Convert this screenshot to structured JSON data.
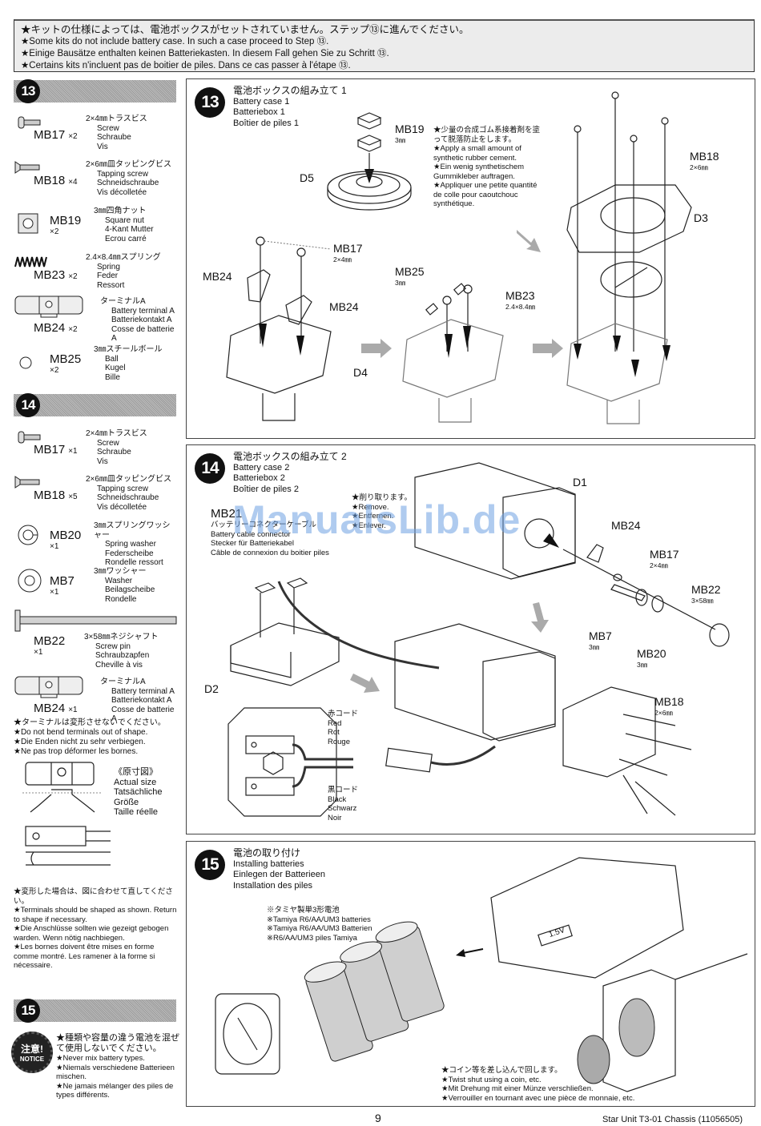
{
  "top_notice": {
    "jp": "★キットの仕様によっては、電池ボックスがセットされていません。ステップ⑬に進んでください。",
    "en": "★Some kits do not include battery case. In such a case proceed to Step ⑬.",
    "de": "★Einige Bausätze enthalten keinen Batteriekasten. In diesem Fall gehen Sie zu Schritt ⑬.",
    "fr": "★Certains kits n'incluent pas de boitier de piles. Dans ce cas passer à l'étape ⑬."
  },
  "sidebar": {
    "step13": {
      "number": "13",
      "parts": [
        {
          "code": "MB17",
          "qty": "×2",
          "jp": "2×4㎜トラスビス",
          "en": "Screw",
          "de": "Schraube",
          "fr": "Vis",
          "icon": "truss-screw-icon"
        },
        {
          "code": "MB18",
          "qty": "×4",
          "jp": "2×6㎜皿タッピングビス",
          "en": "Tapping screw",
          "de": "Schneidschraube",
          "fr": "Vis décolletée",
          "icon": "tapping-screw-icon"
        },
        {
          "code": "MB19",
          "qty": "×2",
          "jp": "3㎜四角ナット",
          "en": "Square nut",
          "de": "4-Kant Mutter",
          "fr": "Ecrou carré",
          "icon": "square-nut-icon"
        },
        {
          "code": "MB23",
          "qty": "×2",
          "jp": "2.4×8.4㎜スプリング",
          "en": "Spring",
          "de": "Feder",
          "fr": "Ressort",
          "icon": "spring-icon"
        },
        {
          "code": "MB24",
          "qty": "×2",
          "jp": "ターミナルA",
          "en": "Battery terminal A",
          "de": "Batteriekontakt A",
          "fr": "Cosse de batterie A",
          "icon": "battery-terminal-icon"
        },
        {
          "code": "MB25",
          "qty": "×2",
          "jp": "3㎜スチールボール",
          "en": "Ball",
          "de": "Kugel",
          "fr": "Bille",
          "icon": "steel-ball-icon"
        }
      ]
    },
    "step14": {
      "number": "14",
      "parts": [
        {
          "code": "MB17",
          "qty": "×1",
          "jp": "2×4㎜トラスビス",
          "en": "Screw",
          "de": "Schraube",
          "fr": "Vis",
          "icon": "truss-screw-icon"
        },
        {
          "code": "MB18",
          "qty": "×5",
          "jp": "2×6㎜皿タッピングビス",
          "en": "Tapping screw",
          "de": "Schneidschraube",
          "fr": "Vis décolletée",
          "icon": "tapping-screw-icon"
        },
        {
          "code": "MB20",
          "qty": "×1",
          "jp": "3㎜スプリングワッシャー",
          "en": "Spring washer",
          "de": "Federscheibe",
          "fr": "Rondelle ressort",
          "icon": "spring-washer-icon"
        },
        {
          "code": "MB7",
          "qty": "×1",
          "jp": "3㎜ワッシャー",
          "en": "Washer",
          "de": "Beilagscheibe",
          "fr": "Rondelle",
          "icon": "washer-icon"
        },
        {
          "code": "MB22",
          "qty": "×1",
          "jp": "3×58㎜ネジシャフト",
          "en": "Screw pin",
          "de": "Schraubzapfen",
          "fr": "Cheville à vis",
          "icon": "screw-pin-icon"
        },
        {
          "code": "MB24",
          "qty": "×1",
          "jp": "ターミナルA",
          "en": "Battery terminal A",
          "de": "Batteriekontakt A",
          "fr": "Cosse de batterie A",
          "icon": "battery-terminal-icon"
        }
      ],
      "terminal_warning": [
        "★ターミナルは変形させないでください。",
        "★Do not bend terminals out of shape.",
        "★Die Enden nicht zu sehr verbiegen.",
        "★Ne pas trop déformer les bornes."
      ],
      "actual_size": [
        "《原寸図》",
        "Actual size",
        "Tatsächliche",
        "Größe",
        "Taille réelle"
      ],
      "reshape_note": [
        "★変形した場合は、図に合わせて直してください。",
        "★Terminals should be shaped as shown. Return to shape if necessary.",
        "★Die Anschlüsse sollten wie gezeigt gebogen warden. Wenn nötig nachbiegen.",
        "★Les bornes doivent être mises en forme comme montré. Les ramener à la forme si nécessaire."
      ]
    },
    "step15": {
      "number": "15",
      "notice_badge": {
        "jp": "注意!",
        "en": "NOTICE"
      },
      "notes": [
        "★種類や容量の違う電池を混ぜて使用しないでください。",
        "★Never mix battery types.",
        "★Niemals verschiedene Batterieen mischen.",
        "★Ne jamais mélanger des piles de types différents."
      ]
    }
  },
  "panels": {
    "step13": {
      "number": "13",
      "title_jp": "電池ボックスの組み立て 1",
      "title_en": "Battery case 1",
      "title_de": "Batteriebox 1",
      "title_fr": "Boîtier de piles 1",
      "labels": {
        "mb19": "MB19",
        "mb19_size": "3㎜",
        "d5": "D5",
        "mb17": "MB17",
        "mb17_size": "2×4㎜",
        "mb24a": "MB24",
        "mb24b": "MB24",
        "d4": "D4",
        "mb25": "MB25",
        "mb25_size": "3㎜",
        "mb23": "MB23",
        "mb23_size": "2.4×8.4㎜",
        "mb18": "MB18",
        "mb18_size": "2×6㎜",
        "d3": "D3"
      },
      "cement_note": [
        "★少量の合成ゴム系接着剤を塗って脱落防止をします。",
        "★Apply a small amount of synthetic rubber cement.",
        "★Ein wenig synthetischem Gummikleber auftragen.",
        "★Appliquer une petite quantité de colle pour caoutchouc synthétique."
      ]
    },
    "step14": {
      "number": "14",
      "title_jp": "電池ボックスの組み立て 2",
      "title_en": "Battery case 2",
      "title_de": "Batteriebox 2",
      "title_fr": "Boîtier de piles 2",
      "connector": {
        "code": "MB21",
        "jp": "バッテリーコネクターケーブル",
        "en": "Battery cable connector",
        "de": "Stecker für Batteriekabel",
        "fr": "Câble de connexion du boitier piles"
      },
      "remove_note": [
        "★削り取ります。",
        "★Remove.",
        "★Entfernen.",
        "★Enlever."
      ],
      "labels": {
        "d1": "D1",
        "d2": "D2",
        "mb24": "MB24",
        "mb17": "MB17",
        "mb17_size": "2×4㎜",
        "mb22": "MB22",
        "mb22_size": "3×58㎜",
        "mb7": "MB7",
        "mb7_size": "3㎜",
        "mb20": "MB20",
        "mb20_size": "3㎜",
        "mb18": "MB18",
        "mb18_size": "2×6㎜"
      },
      "red_cord": [
        "赤コード",
        "Red",
        "Rot",
        "Rouge"
      ],
      "black_cord": [
        "黒コード",
        "Black",
        "Schwarz",
        "Noir"
      ]
    },
    "step15": {
      "number": "15",
      "title_jp": "電池の取り付け",
      "title_en": "Installing batteries",
      "title_de": "Einlegen der Batterieen",
      "title_fr": "Installation des piles",
      "battery_note": [
        "※タミヤ製単3形電池",
        "※Tamiya R6/AA/UM3 batteries",
        "※Tamiya R6/AA/UM3 Batterien",
        "※R6/AA/UM3 piles Tamiya"
      ],
      "twist_note": [
        "★コイン等を差し込んで回します。",
        "★Twist shut using a coin, etc.",
        "★Mit Drehung mit einer Münze verschließen.",
        "★Verrouiller en tournant avec une pièce de monnaie, etc."
      ],
      "case_marks": [
        "1.5V"
      ]
    }
  },
  "watermark": "ManualsLib.de",
  "page_number": "9",
  "footer": "Star Unit T3-01 Chassis (11056505)"
}
